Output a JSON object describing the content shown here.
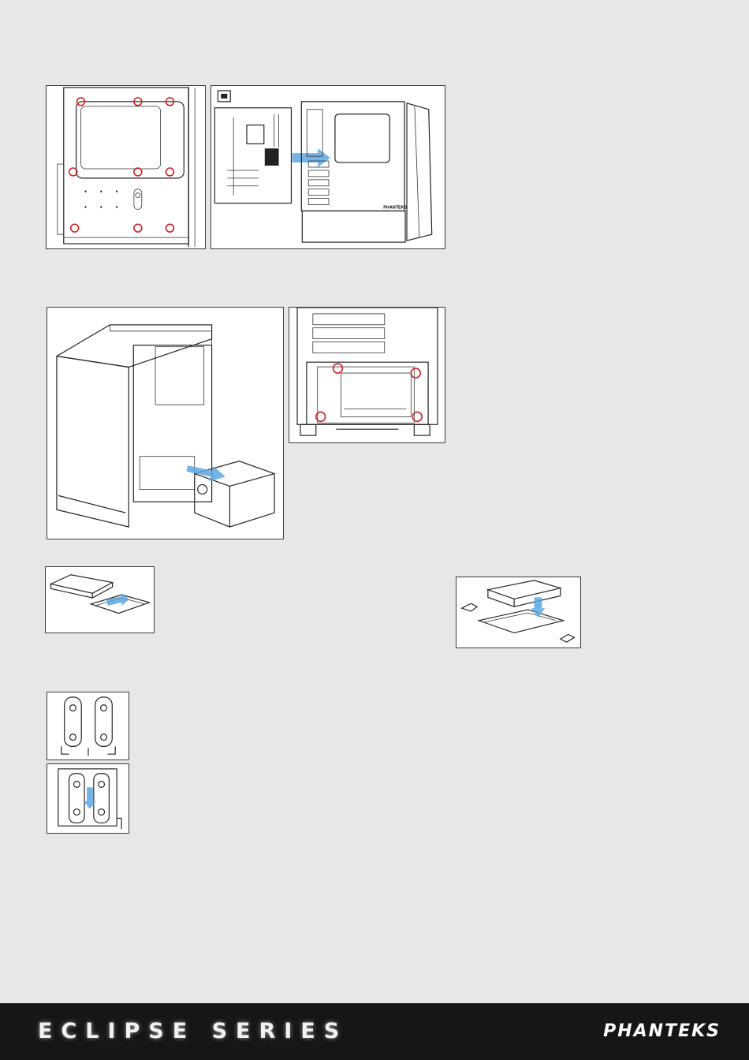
{
  "footer": {
    "series_title": "ECLIPSE SERIES",
    "brand": "PHANTEKS"
  },
  "figures": {
    "motherboard_tray_case_logo": "PHANTEKS"
  },
  "colors": {
    "background": "#e6e7e9",
    "footer": "#161616",
    "highlight_circle": "#d11f1f",
    "arrow": "#5aa6e0"
  }
}
